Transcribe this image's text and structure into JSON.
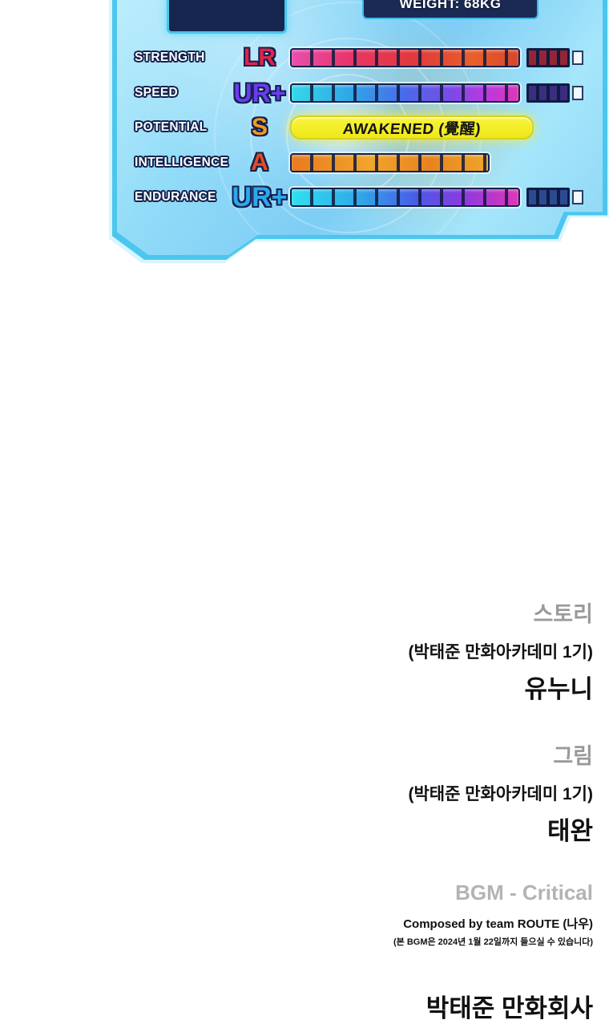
{
  "panel": {
    "weight_label": "WEIGHT: 68KG",
    "stats": [
      {
        "label": "STRENGTH",
        "grade": "LR"
      },
      {
        "label": "SPEED",
        "grade": "UR+"
      },
      {
        "label": "POTENTIAL",
        "grade": "S",
        "special": "AWAKENED (覺醒)"
      },
      {
        "label": "INTELLIGENCE",
        "grade": "A"
      },
      {
        "label": "ENDURANCE",
        "grade": "UR+"
      }
    ],
    "colors": {
      "panel_border": "#4cc6ee",
      "panel_bg": "#8fd6f6",
      "strength_grade": "#e0234a",
      "speed_grade": "#6d3af0",
      "potential_grade": "#f59a1d",
      "intelligence_grade": "#ea4a1f",
      "endurance_grade": "#2aa8f0",
      "awakened_bg": "#f2ec1e"
    }
  },
  "credits": {
    "story_role": "스토리",
    "story_academy": "(박태준 만화아카데미 1기)",
    "story_name": "유누니",
    "art_role": "그림",
    "art_academy": "(박태준 만화아카데미 1기)",
    "art_name": "태완",
    "bgm_title": "BGM - Critical",
    "bgm_composed": "Composed by team ROUTE (나우)",
    "bgm_note": "(본 BGM은 2024년 1월 22일까지 들으실 수 있습니다)",
    "company": "박태준 만화회사"
  }
}
